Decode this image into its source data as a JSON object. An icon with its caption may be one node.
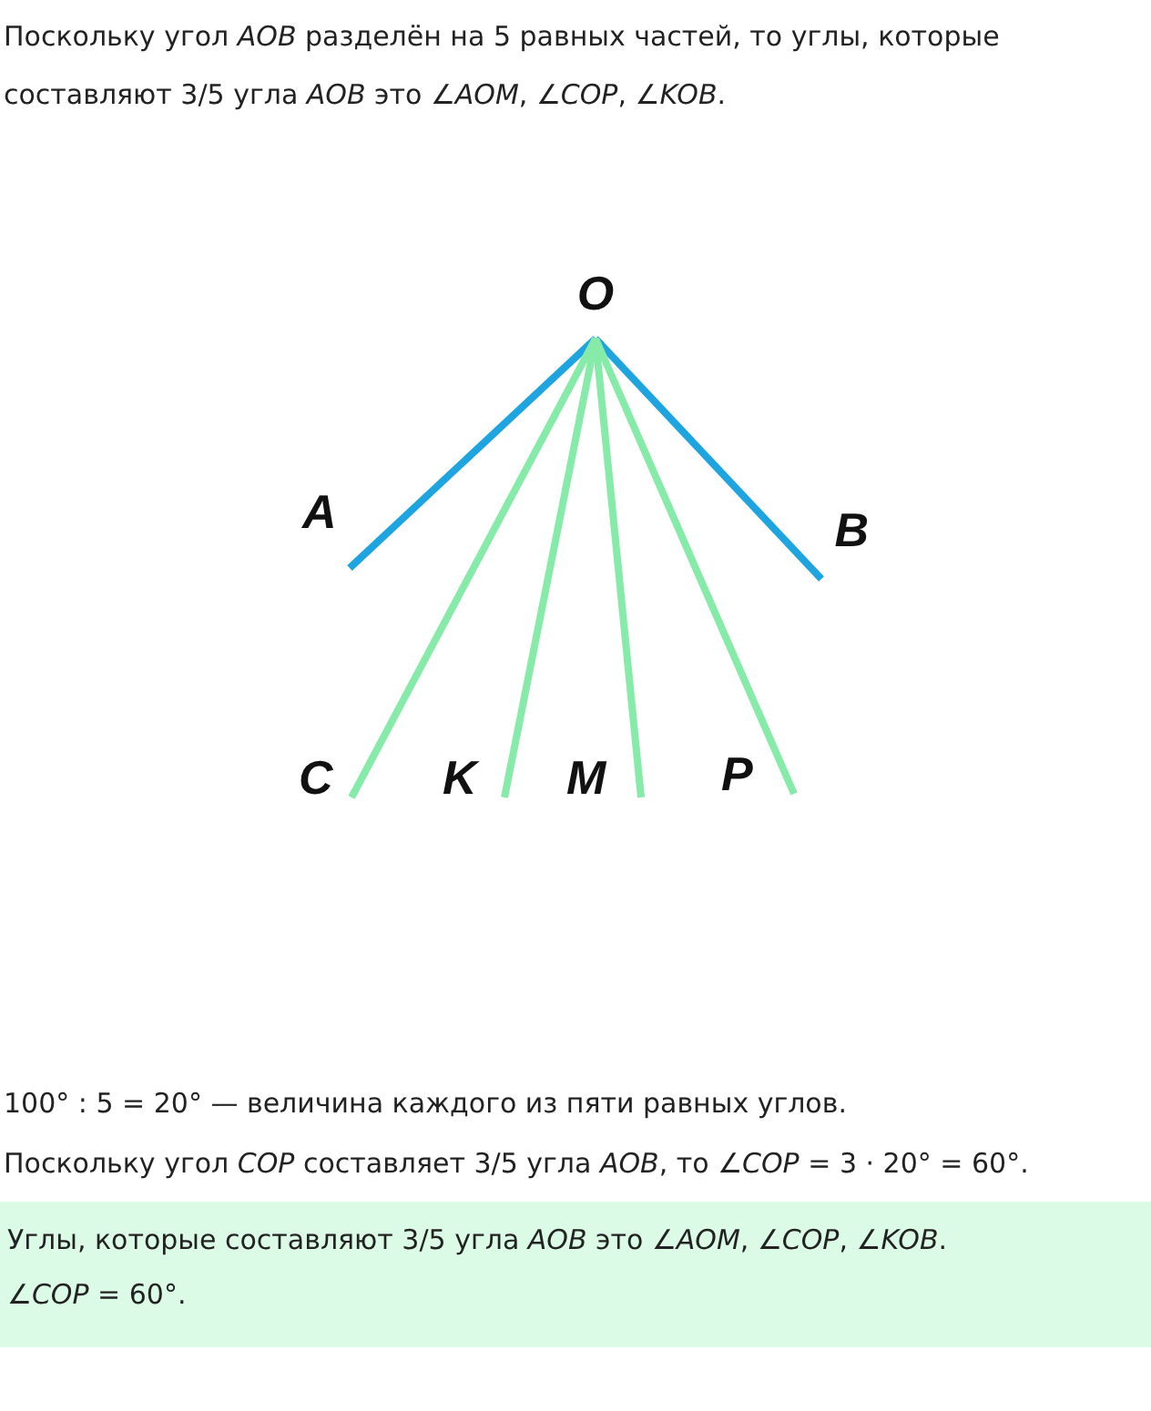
{
  "diagram": {
    "nodes": [
      {
        "text": [
          "O"
        ]
      },
      {
        "text": [
          "A"
        ]
      },
      {
        "text": [
          "B"
        ]
      },
      {
        "text": [
          "C"
        ]
      },
      {
        "text": [
          "K"
        ]
      },
      {
        "text": [
          "M"
        ]
      },
      {
        "text": [
          "P"
        ]
      },
      {
        "text": [
          "Углы, которые составляют 3/5 угла *AOB* это ∠*AOM*, ∠*COP*, ∠*KOB*.",
          "∠*COP* = 60°."
        ]
      }
    ],
    "edges": [
      {
        "from": 0,
        "to": 1,
        "arrow": "none",
        "color": "#1ea5e0"
      },
      {
        "from": 0,
        "to": 2,
        "arrow": "none",
        "color": "#1ea5e0"
      },
      {
        "from": 0,
        "to": 3,
        "arrow": "none"
      },
      {
        "from": 0,
        "to": 4,
        "arrow": "none"
      },
      {
        "from": 0,
        "to": 5,
        "arrow": "none"
      },
      {
        "from": 0,
        "to": 6,
        "arrow": "none"
      }
    ],
    "labels": [
      "Поскольку угол *AOB* разделён на 5 равных частей, то углы, которые составляют 3/5 угла *AOB* это ∠*AOM*, ∠*COP*, ∠*KOB*.",
      "100° : 5 = 20° — величина каждого из пяти равных углов.",
      "Поскольку угол *COP* составляет 3/5 угла *AOB*, то ∠*COP* = 3 · 20° = 60°."
    ]
  }
}
